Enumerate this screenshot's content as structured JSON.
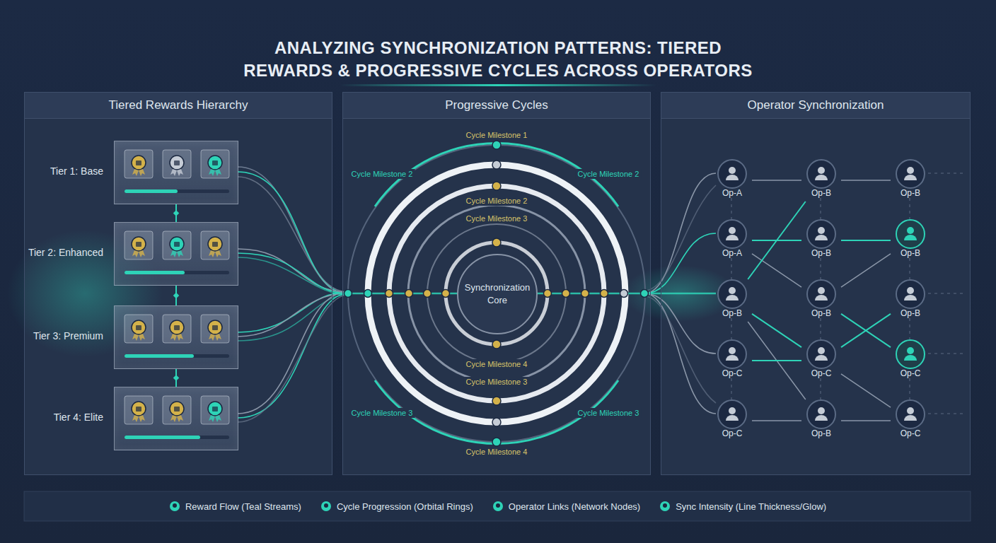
{
  "diagram": {
    "title": "ANALYZING SYNCHRONIZATION PATTERNS: TIERED REWARDS & PROGRESSIVE CYCLES ACROSS OPERATORS",
    "nodes": [
      {
        "text": [
          "Tiered Rewards Hierarchy"
        ]
      },
      {
        "text": [
          "Progressive Cycles"
        ]
      },
      {
        "text": [
          "Operator Synchronization"
        ]
      },
      {
        "text": [
          "Tier 1: Base"
        ],
        "in": 0
      },
      {
        "text": [
          "Tier 2: Enhanced"
        ],
        "in": 0
      },
      {
        "text": [
          "Tier 3: Premium"
        ],
        "in": 0
      },
      {
        "text": [
          "Tier 4: Elite"
        ],
        "in": 0
      },
      {
        "text": [
          "Synchronization Core"
        ],
        "in": 1
      },
      {
        "text": [
          "Op-A"
        ],
        "in": 2
      },
      {
        "text": [
          "Op-B"
        ],
        "in": 2
      },
      {
        "text": [
          "Op-B"
        ],
        "in": 2
      },
      {
        "text": [
          "Op-A"
        ],
        "in": 2
      },
      {
        "text": [
          "Op-B"
        ],
        "in": 2
      },
      {
        "text": [
          "Op-B"
        ],
        "in": 2
      },
      {
        "text": [
          "Op-B"
        ],
        "in": 2
      },
      {
        "text": [
          "Op-B"
        ],
        "in": 2
      },
      {
        "text": [
          "Op-B"
        ],
        "in": 2
      },
      {
        "text": [
          "Op-C"
        ],
        "in": 2
      },
      {
        "text": [
          "Op-C"
        ],
        "in": 2
      },
      {
        "text": [
          "Op-C"
        ],
        "in": 2
      },
      {
        "text": [
          "Op-C"
        ],
        "in": 2
      },
      {
        "text": [
          "Op-B"
        ],
        "in": 2
      },
      {
        "text": [
          "Op-C"
        ],
        "in": 2
      }
    ],
    "edges": [
      {
        "from": 3,
        "to": 4,
        "arrow": "none"
      },
      {
        "from": 4,
        "to": 5,
        "arrow": "none"
      },
      {
        "from": 5,
        "to": 6,
        "arrow": "none"
      },
      {
        "from": 8,
        "to": 9,
        "arrow": "none"
      },
      {
        "from": 11,
        "to": 12,
        "arrow": "none"
      },
      {
        "from": 11,
        "to": 15,
        "arrow": "none"
      },
      {
        "from": 14,
        "to": 9,
        "arrow": "none"
      },
      {
        "from": 14,
        "to": 18,
        "arrow": "none"
      },
      {
        "from": 14,
        "to": 21,
        "arrow": "none"
      },
      {
        "from": 17,
        "to": 18,
        "arrow": "none"
      },
      {
        "from": 20,
        "to": 21,
        "arrow": "none"
      },
      {
        "from": 9,
        "to": 10,
        "arrow": "none"
      },
      {
        "from": 12,
        "to": 13,
        "arrow": "none"
      },
      {
        "from": 15,
        "to": 13,
        "arrow": "none"
      },
      {
        "from": 15,
        "to": 19,
        "arrow": "none"
      },
      {
        "from": 18,
        "to": 16,
        "arrow": "none"
      },
      {
        "from": 18,
        "to": 22,
        "arrow": "none"
      },
      {
        "from": 21,
        "to": 22,
        "arrow": "none"
      }
    ],
    "labels": [
      "Cycle Milestone 1",
      "Cycle Milestone 2",
      "Cycle Milestone 2",
      "Cycle Milestone 2",
      "Cycle Milestone 3",
      "Cycle Milestone 4",
      "Cycle Milestone 3",
      "Cycle Milestone 3",
      "Cycle Milestone 3",
      "Cycle Milestone 4"
    ],
    "legend": [
      {
        "text": "Reward Flow (Teal Streams)"
      },
      {
        "text": "Cycle Progression (Orbital Rings)"
      },
      {
        "text": "Operator Links (Network Nodes)"
      },
      {
        "text": "Sync Intensity (Line Thickness/Glow)"
      }
    ]
  }
}
